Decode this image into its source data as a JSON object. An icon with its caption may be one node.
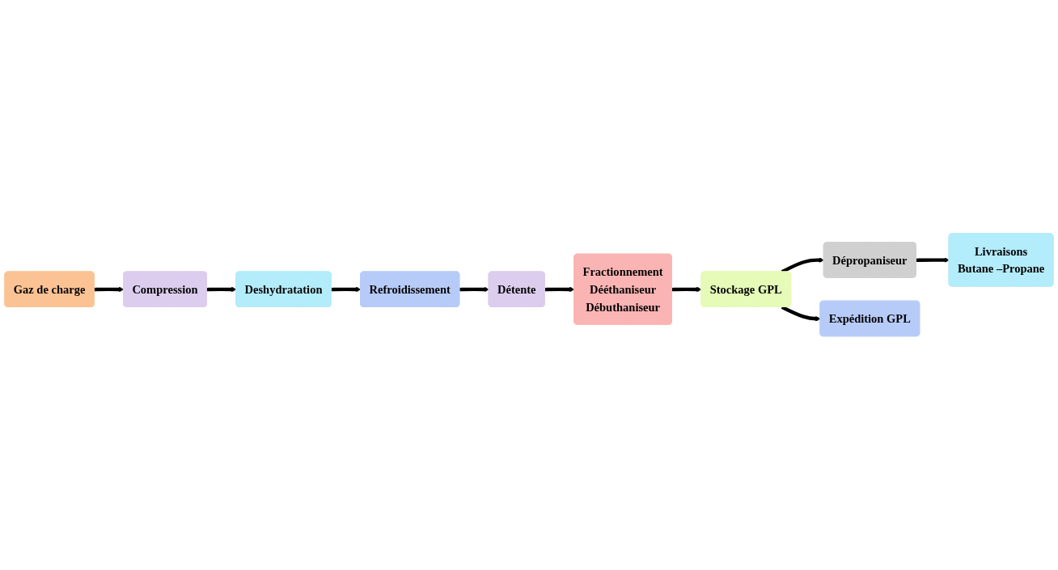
{
  "diagram": {
    "nodes": [
      {
        "text": [
          "Gaz de charge"
        ]
      },
      {
        "text": [
          "Compression"
        ]
      },
      {
        "text": [
          "Deshydratation"
        ]
      },
      {
        "text": [
          "Refroidissement"
        ]
      },
      {
        "text": [
          "Détente"
        ]
      },
      {
        "text": [
          "Fractionnement",
          "Dééthaniseur",
          "Débuthaniseur"
        ]
      },
      {
        "text": [
          "Stockage GPL"
        ]
      },
      {
        "text": [
          "Dépropaniseur"
        ]
      },
      {
        "text": [
          "Livraisons",
          "Butane –Propane"
        ]
      },
      {
        "text": [
          "Expédition GPL"
        ]
      }
    ],
    "edges": [
      {
        "from": 0,
        "to": 1,
        "arrow": "to"
      },
      {
        "from": 1,
        "to": 2,
        "arrow": "to"
      },
      {
        "from": 2,
        "to": 3,
        "arrow": "to"
      },
      {
        "from": 3,
        "to": 4,
        "arrow": "to"
      },
      {
        "from": 4,
        "to": 5,
        "arrow": "to"
      },
      {
        "from": 5,
        "to": 6,
        "arrow": "to"
      },
      {
        "from": 6,
        "to": 7,
        "arrow": "to"
      },
      {
        "from": 7,
        "to": 8,
        "arrow": "to"
      },
      {
        "from": 6,
        "to": 9,
        "arrow": "to"
      }
    ]
  }
}
